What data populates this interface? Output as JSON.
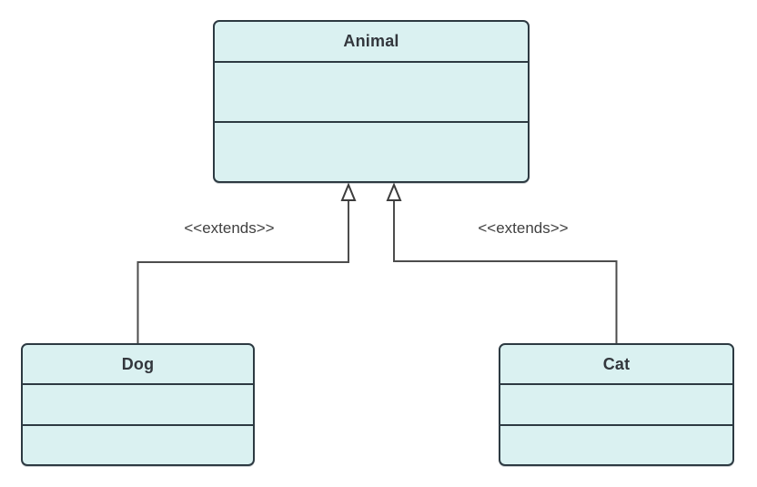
{
  "diagram": {
    "type": "uml-class-diagram",
    "background": "#ffffff",
    "colors": {
      "box_fill": "#daf1f1",
      "box_border": "#2d3a42",
      "title_text": "#33373d",
      "connector": "#4d4d4d",
      "arrowhead_fill": "#ffffff",
      "label_text": "#404040"
    }
  },
  "classes": [
    {
      "id": "animal",
      "name": "Animal",
      "compartments": 3
    },
    {
      "id": "dog",
      "name": "Dog",
      "compartments": 3
    },
    {
      "id": "cat",
      "name": "Cat",
      "compartments": 3
    }
  ],
  "relationships": [
    {
      "type": "generalization",
      "from": "Dog",
      "to": "Animal",
      "label": "<<extends>>"
    },
    {
      "type": "generalization",
      "from": "Cat",
      "to": "Animal",
      "label": "<<extends>>"
    }
  ]
}
